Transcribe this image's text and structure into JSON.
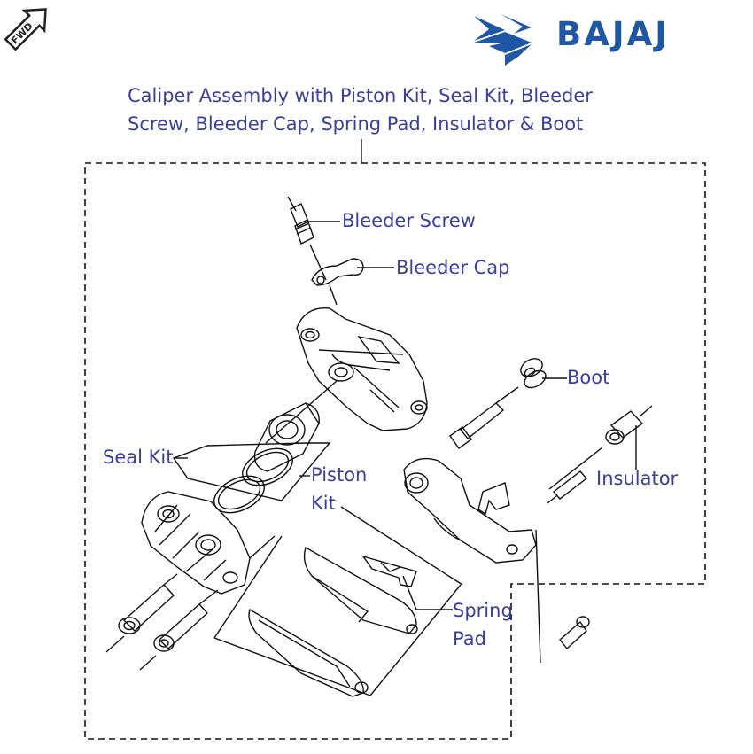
{
  "brand": {
    "name": "BAJAJ",
    "color": "#1f57a6"
  },
  "fwd_badge": "FWD",
  "title": "Caliper Assembly with Piston Kit, Seal Kit, Bleeder Screw, Bleeder Cap, Spring Pad, Insulator & Boot",
  "labels": {
    "bleeder_screw": "Bleeder Screw",
    "bleeder_cap": "Bleeder Cap",
    "boot": "Boot",
    "insulator": "Insulator",
    "seal_kit": "Seal Kit",
    "piston_kit_line1": "Piston",
    "piston_kit_line2": "Kit",
    "spring_pad_line1": "Spring",
    "spring_pad_line2": "Pad"
  },
  "label_color": "#3b3f9a"
}
